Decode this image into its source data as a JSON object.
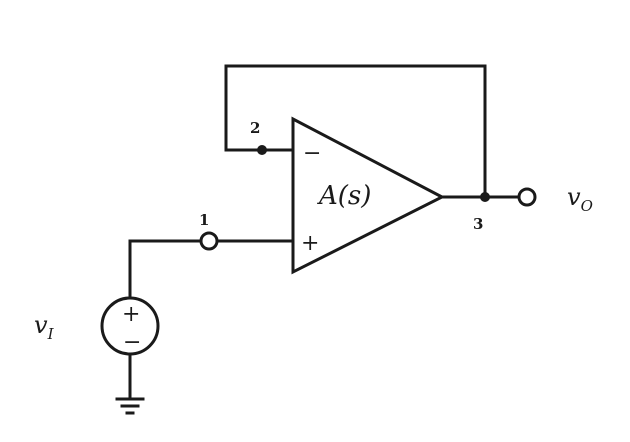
{
  "colors": {
    "line": "#1a1a1a",
    "background": "#ffffff"
  },
  "opamp": {
    "gain_label": "A(s)",
    "inverting_sign": "−",
    "noninverting_sign": "+"
  },
  "nodes": {
    "node_1": "1",
    "node_2": "2",
    "node_3": "3"
  },
  "source": {
    "symbol": "v",
    "subscript": "I",
    "plus_sign": "+",
    "minus_sign": "−"
  },
  "output": {
    "symbol": "v",
    "subscript": "O"
  }
}
